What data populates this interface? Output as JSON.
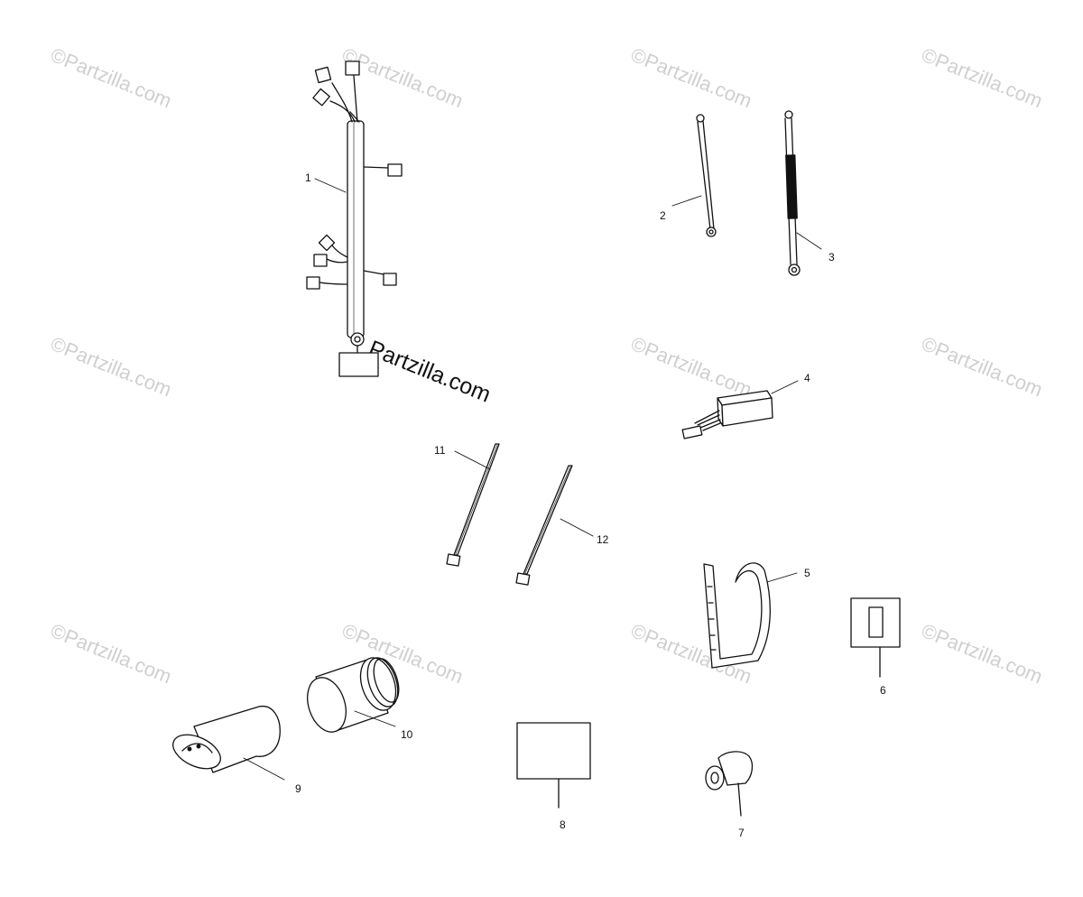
{
  "watermark": {
    "text": "©Partzilla.com",
    "main_text": "Partzilla.com"
  },
  "callouts": {
    "c1": "1",
    "c2": "2",
    "c3": "3",
    "c4": "4",
    "c5": "5",
    "c6": "6",
    "c7": "7",
    "c8": "8",
    "c9": "9",
    "c10": "10",
    "c11": "11",
    "c12": "12"
  }
}
